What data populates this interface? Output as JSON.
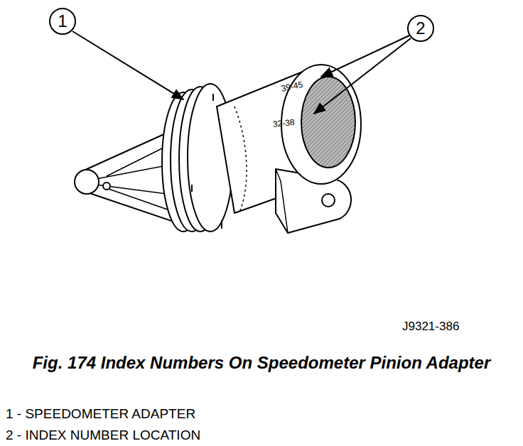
{
  "diagram": {
    "caption": "Fig. 174 Index Numbers On Speedometer Pinion Adapter",
    "nodes": [
      {
        "text": [
          "1"
        ]
      },
      {
        "text": [
          "2"
        ]
      }
    ],
    "labels": [
      "39-45",
      "32-38",
      "J9321-386",
      "1 - SPEEDOMETER ADAPTER",
      "2 - INDEX NUMBER LOCATION"
    ]
  }
}
